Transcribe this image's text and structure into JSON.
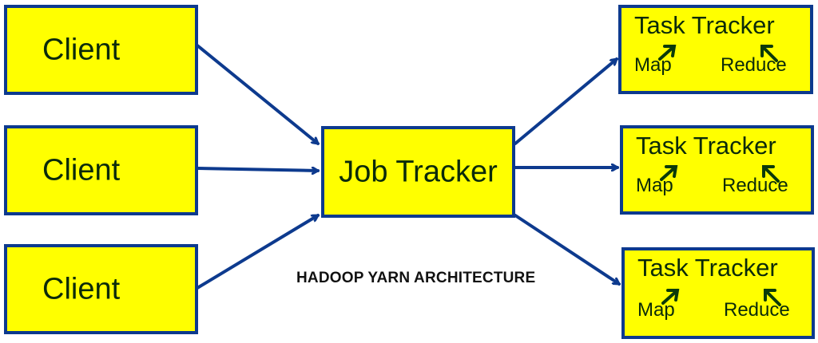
{
  "diagram": {
    "title": "HADOOP YARN ARCHITECTURE",
    "clients": [
      {
        "label": "Client"
      },
      {
        "label": "Client"
      },
      {
        "label": "Client"
      }
    ],
    "job_tracker": {
      "label": "Job Tracker"
    },
    "task_trackers": [
      {
        "label": "Task Tracker",
        "map": "Map",
        "reduce": "Reduce"
      },
      {
        "label": "Task Tracker",
        "map": "Map",
        "reduce": "Reduce"
      },
      {
        "label": "Task Tracker",
        "map": "Map",
        "reduce": "Reduce"
      }
    ],
    "colors": {
      "box_fill": "#ffff00",
      "box_border": "#0d3a8e",
      "arrow": "#0d3a8e",
      "text": "#0a2a0a",
      "inner_arrow": "#0a3a0a"
    },
    "edges": [
      {
        "from": "Client 1",
        "to": "Job Tracker"
      },
      {
        "from": "Client 2",
        "to": "Job Tracker"
      },
      {
        "from": "Client 3",
        "to": "Job Tracker"
      },
      {
        "from": "Job Tracker",
        "to": "Task Tracker 1"
      },
      {
        "from": "Job Tracker",
        "to": "Task Tracker 2"
      },
      {
        "from": "Job Tracker",
        "to": "Task Tracker 3"
      }
    ]
  }
}
